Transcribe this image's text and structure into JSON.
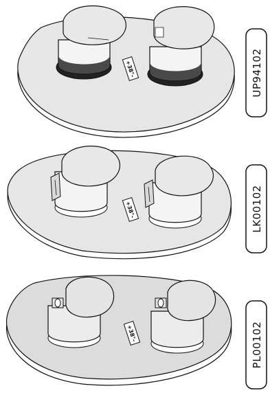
{
  "products": [
    {
      "model": "UP94102",
      "temperature_marking": "+38°-",
      "plate_color": "#e6e6e6",
      "knob_color": "#f4f4f4"
    },
    {
      "model": "LK00102",
      "temperature_marking": "+38°-",
      "plate_color": "#e6e6e6",
      "knob_color": "#f4f4f4"
    },
    {
      "model": "PL00102",
      "temperature_marking": "+38°-",
      "plate_color": "#dcdcdc",
      "knob_color": "#ececec"
    }
  ],
  "colors": {
    "outline": "#111111",
    "shadow": "#bdbdbd",
    "background": "#ffffff"
  }
}
